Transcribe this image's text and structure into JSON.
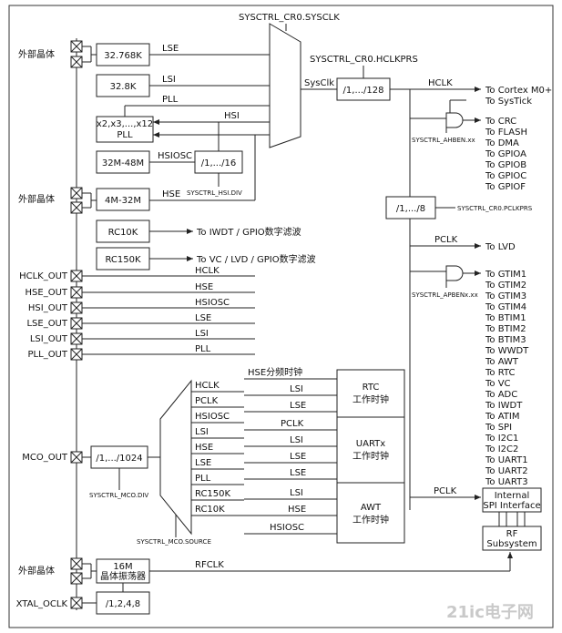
{
  "title_partial": "",
  "labels": {
    "ext_xtal_1": "外部晶体",
    "ext_xtal_2": "外部晶体",
    "ext_xtal_3": "外部晶体",
    "lse_box": "32.768K",
    "lsi_box": "32.8K",
    "pll_box_1": "x2,x3,...,x12",
    "pll_box_2": "PLL",
    "hsiosc_box": "32M-48M",
    "hse_box": "4M-32M",
    "rc10k_box": "RC10K",
    "rc150k_box": "RC150K",
    "div16": "/1,.../16",
    "div128": "/1,.../128",
    "div8": "/1,.../8",
    "div1024": "/1,.../1024",
    "xtal16m_1": "16M",
    "xtal16m_2": "晶体振荡器",
    "div1248": "/1,2,4,8",
    "rtc_1": "RTC",
    "rtc_2": "工作时钟",
    "uart_1": "UARTx",
    "uart_2": "工作时钟",
    "awt_1": "AWT",
    "awt_2": "工作时钟",
    "spi_1": "Internal",
    "spi_2": "SPI Interface",
    "rf_1": "RF",
    "rf_2": "Subsystem",
    "sysclk_reg": "SYSCTRL_CR0.SYSCLK",
    "hclkprs_reg": "SYSCTRL_CR0.HCLKPRS",
    "pclkprs_reg": "SYSCTRL_CR0.PCLKPRS",
    "hsi_div_reg": "SYSCTRL_HSI.DIV",
    "ahben_reg": "SYSCTRL_AHBEN.xx",
    "apben_reg": "SYSCTRL_APBENx.xx",
    "mco_div_reg": "SYSCTRL_MCO.DIV",
    "mco_src_reg": "SYSCTRL_MCO.SOURCE",
    "sig_lse": "LSE",
    "sig_lsi": "LSI",
    "sig_pll": "PLL",
    "sig_hsi": "HSI",
    "sig_hsiosc": "HSIOSC",
    "sig_hse": "HSE",
    "sig_sysclk": "SysClk",
    "sig_hclk": "HCLK",
    "sig_pclk": "PCLK",
    "sig_pclk2": "PCLK",
    "sig_rfclk": "RFCLK",
    "to_iwdt": "To IWDT / GPIO数字滤波",
    "to_vc": "To VC / LVD / GPIO数字滤波",
    "to_lvd": "To LVD"
  },
  "core_targets": [
    "To Cortex M0+",
    "To SysTick"
  ],
  "ahb_targets": [
    "To CRC",
    "To FLASH",
    "To DMA",
    "To GPIOA",
    "To GPIOB",
    "To GPIOC",
    "To GPIOF"
  ],
  "apb_targets": [
    "To GTIM1",
    "To GTIM2",
    "To GTIM3",
    "To GTIM4",
    "To BTIM1",
    "To BTIM2",
    "To BTIM3",
    "To WWDT",
    "To AWT",
    "To RTC",
    "To VC",
    "To ADC",
    "To IWDT",
    "To ATIM",
    "To SPI",
    "To I2C1",
    "To I2C2",
    "To UART1",
    "To UART2",
    "To UART3"
  ],
  "out_pins": [
    "HCLK_OUT",
    "HSE_OUT",
    "HSI_OUT",
    "LSE_OUT",
    "LSI_OUT",
    "PLL_OUT"
  ],
  "out_signals": [
    "HCLK",
    "HSE",
    "HSIOSC",
    "LSE",
    "LSI",
    "PLL"
  ],
  "mco_pin": "MCO_OUT",
  "xtal_oclk_pin": "XTAL_OCLK",
  "mco_inputs": [
    "HCLK",
    "PCLK",
    "HSIOSC",
    "LSI",
    "HSE",
    "LSE",
    "PLL",
    "RC150K",
    "RC10K"
  ],
  "rtc_inputs": [
    "HSE分频时钟",
    "LSI",
    "LSE"
  ],
  "uart_inputs": [
    "PCLK",
    "LSI",
    "LSE",
    "LSE"
  ],
  "awt_inputs": [
    "LSI",
    "HSE",
    "HSIOSC"
  ],
  "watermark": "21ic电子网"
}
